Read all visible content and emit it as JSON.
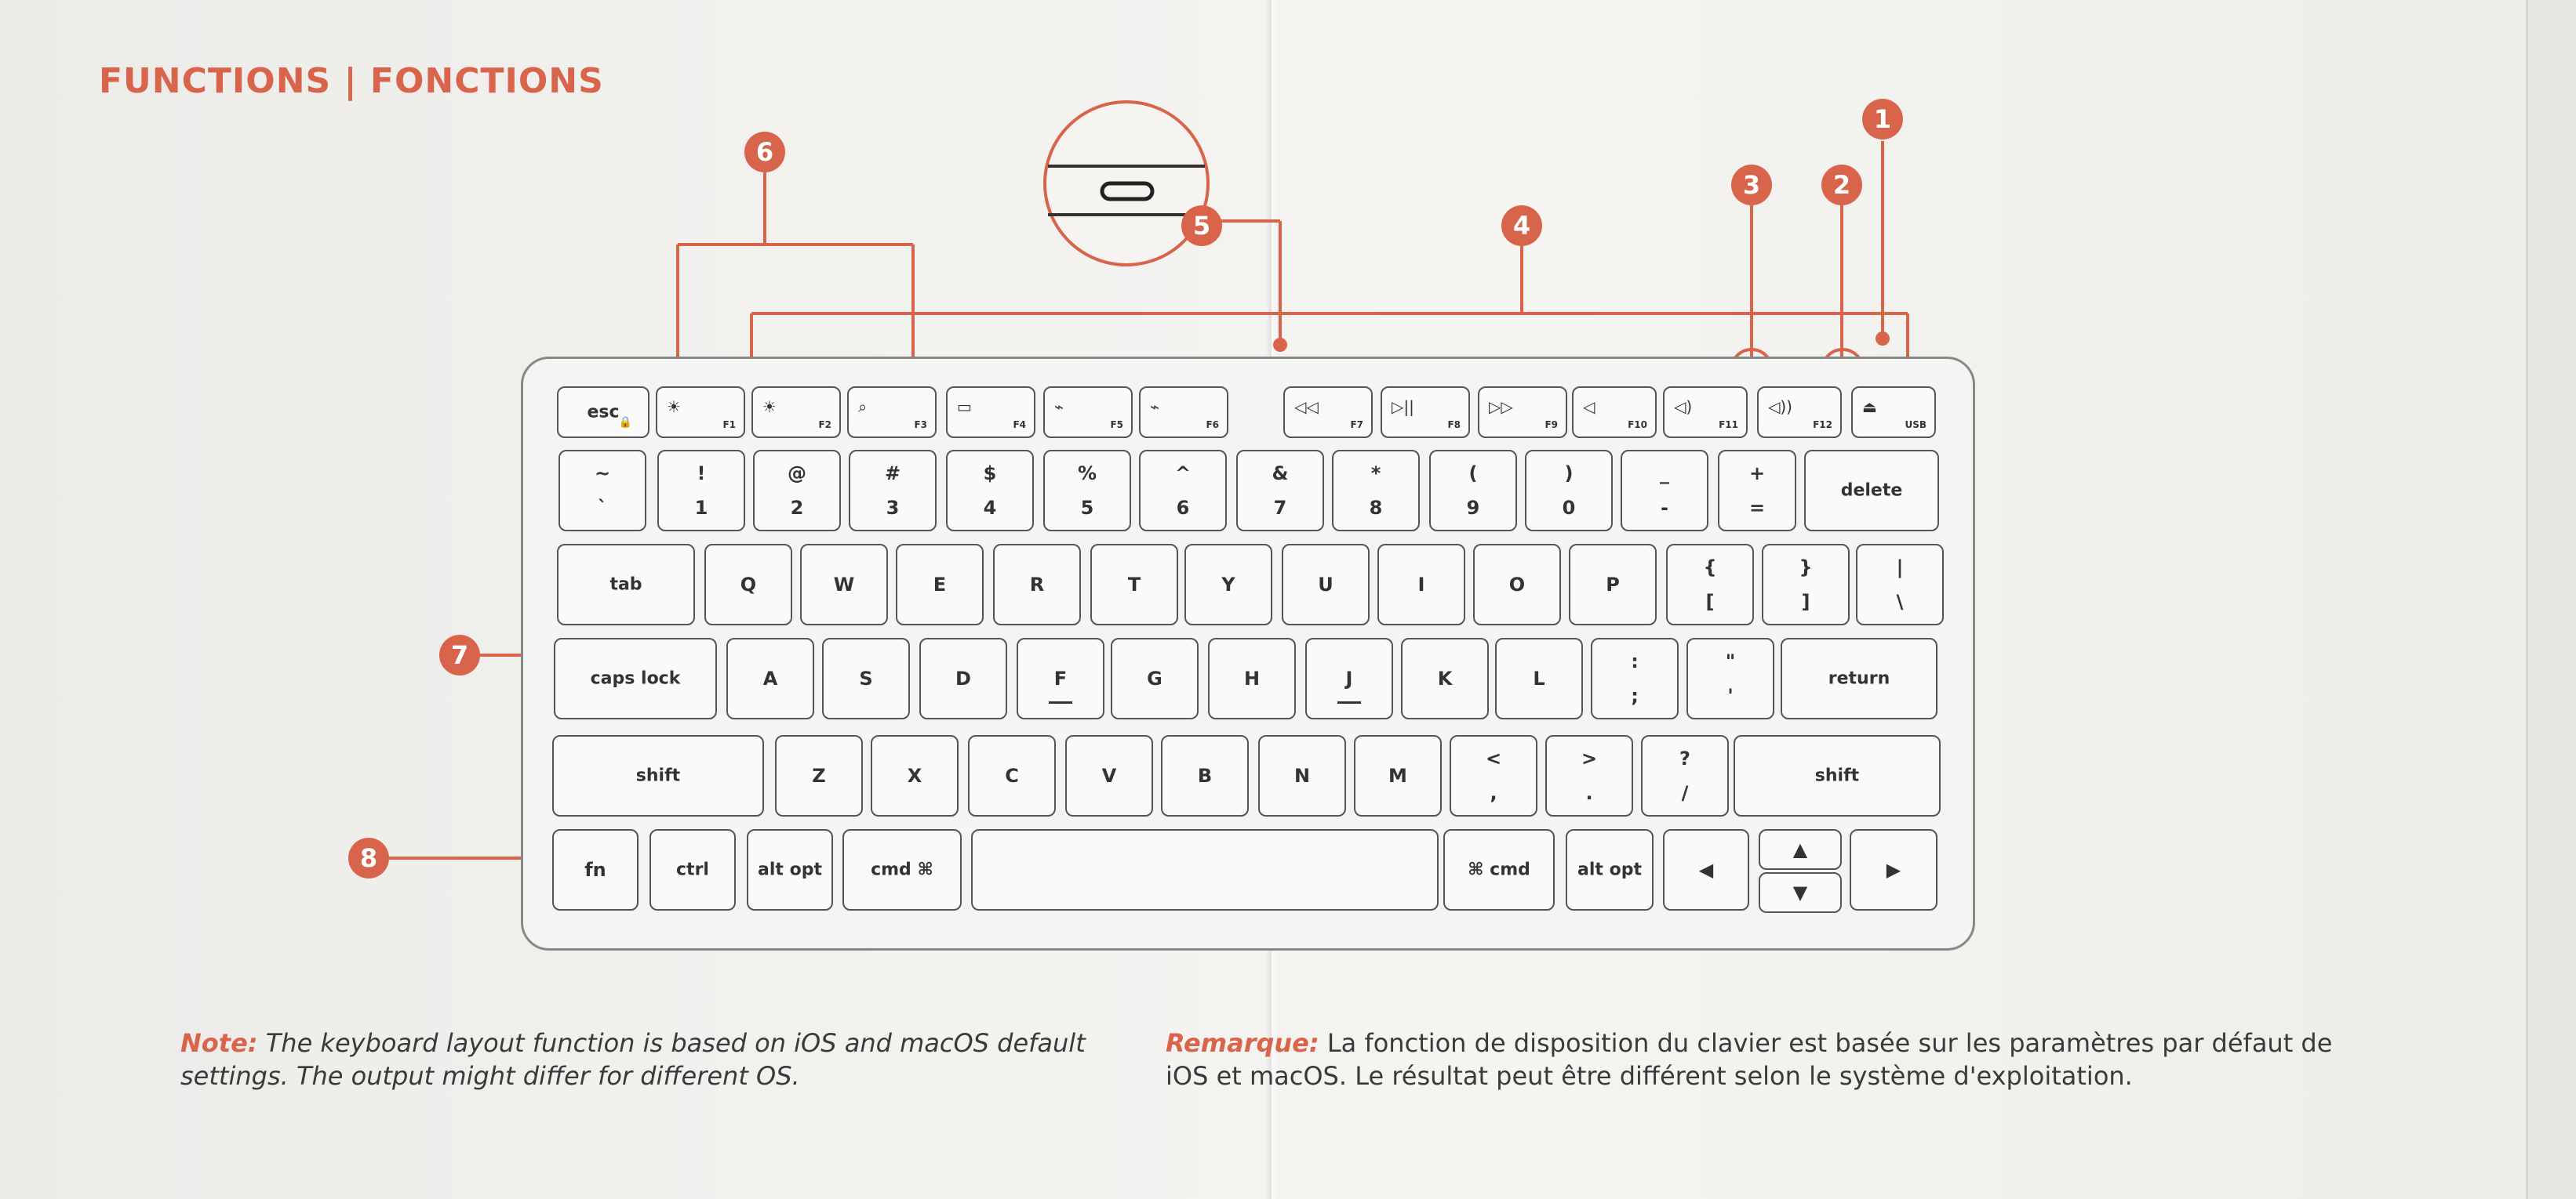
{
  "title": "FUNCTIONS | FONCTIONS",
  "callouts": [
    "1",
    "2",
    "3",
    "4",
    "5",
    "6",
    "7",
    "8"
  ],
  "colors": {
    "accent": "#d8654b"
  },
  "keyboard": {
    "row_f": [
      {
        "label": "esc",
        "icon": "lock-icon"
      },
      {
        "label": "☀",
        "fn": "F1"
      },
      {
        "label": "☀",
        "fn": "F2"
      },
      {
        "label": "⌕",
        "fn": "F3"
      },
      {
        "label": "▭",
        "fn": "F4"
      },
      {
        "label": "⌁",
        "fn": "F5"
      },
      {
        "label": "⌁",
        "fn": "F6"
      },
      {
        "label": "◁◁",
        "fn": "F7"
      },
      {
        "label": "▷||",
        "fn": "F8"
      },
      {
        "label": "▷▷",
        "fn": "F9"
      },
      {
        "label": "◁",
        "fn": "F10"
      },
      {
        "label": "◁)",
        "fn": "F11"
      },
      {
        "label": "◁))",
        "fn": "F12"
      },
      {
        "label": "⏏",
        "fn": "USB"
      }
    ],
    "row_num": [
      {
        "top": "~",
        "bottom": "`"
      },
      {
        "top": "!",
        "bottom": "1"
      },
      {
        "top": "@",
        "bottom": "2"
      },
      {
        "top": "#",
        "bottom": "3"
      },
      {
        "top": "$",
        "bottom": "4"
      },
      {
        "top": "%",
        "bottom": "5"
      },
      {
        "top": "^",
        "bottom": "6"
      },
      {
        "top": "&",
        "bottom": "7"
      },
      {
        "top": "*",
        "bottom": "8"
      },
      {
        "top": "(",
        "bottom": "9"
      },
      {
        "top": ")",
        "bottom": "0"
      },
      {
        "top": "_",
        "bottom": "-"
      },
      {
        "top": "+",
        "bottom": "="
      },
      {
        "label": "delete"
      }
    ],
    "row_q": [
      {
        "label": "tab"
      },
      {
        "label": "Q"
      },
      {
        "label": "W"
      },
      {
        "label": "E"
      },
      {
        "label": "R"
      },
      {
        "label": "T"
      },
      {
        "label": "Y"
      },
      {
        "label": "U"
      },
      {
        "label": "I"
      },
      {
        "label": "O"
      },
      {
        "label": "P"
      },
      {
        "top": "{",
        "bottom": "["
      },
      {
        "top": "}",
        "bottom": "]"
      },
      {
        "top": "|",
        "bottom": "\\"
      }
    ],
    "row_a": [
      {
        "label": "caps lock"
      },
      {
        "label": "A"
      },
      {
        "label": "S"
      },
      {
        "label": "D"
      },
      {
        "label": "F"
      },
      {
        "label": "G"
      },
      {
        "label": "H"
      },
      {
        "label": "J"
      },
      {
        "label": "K"
      },
      {
        "label": "L"
      },
      {
        "top": ":",
        "bottom": ";"
      },
      {
        "top": "\"",
        "bottom": "'"
      },
      {
        "label": "return"
      }
    ],
    "row_z": [
      {
        "label": "shift"
      },
      {
        "label": "Z"
      },
      {
        "label": "X"
      },
      {
        "label": "C"
      },
      {
        "label": "V"
      },
      {
        "label": "B"
      },
      {
        "label": "N"
      },
      {
        "label": "M"
      },
      {
        "top": "<",
        "bottom": ","
      },
      {
        "top": ">",
        "bottom": "."
      },
      {
        "top": "?",
        "bottom": "/"
      },
      {
        "label": "shift"
      }
    ],
    "row_bottom": [
      {
        "label": "fn"
      },
      {
        "label": "ctrl"
      },
      {
        "label": "alt opt"
      },
      {
        "label": "cmd ⌘"
      },
      {
        "label": ""
      },
      {
        "label": "⌘ cmd"
      },
      {
        "label": "alt opt"
      },
      {
        "label": "◀"
      },
      {
        "label": "▲"
      },
      {
        "label": "▼"
      },
      {
        "label": "▶"
      }
    ]
  },
  "note_en": {
    "label": "Note:",
    "text": " The keyboard layout function is based on iOS and macOS default settings. The output might differ for different OS."
  },
  "note_fr": {
    "label": "Remarque:",
    "text": " La fonction de disposition du clavier est basée sur les paramètres par défaut de iOS et macOS. Le résultat peut être différent selon le système d'exploitation."
  }
}
